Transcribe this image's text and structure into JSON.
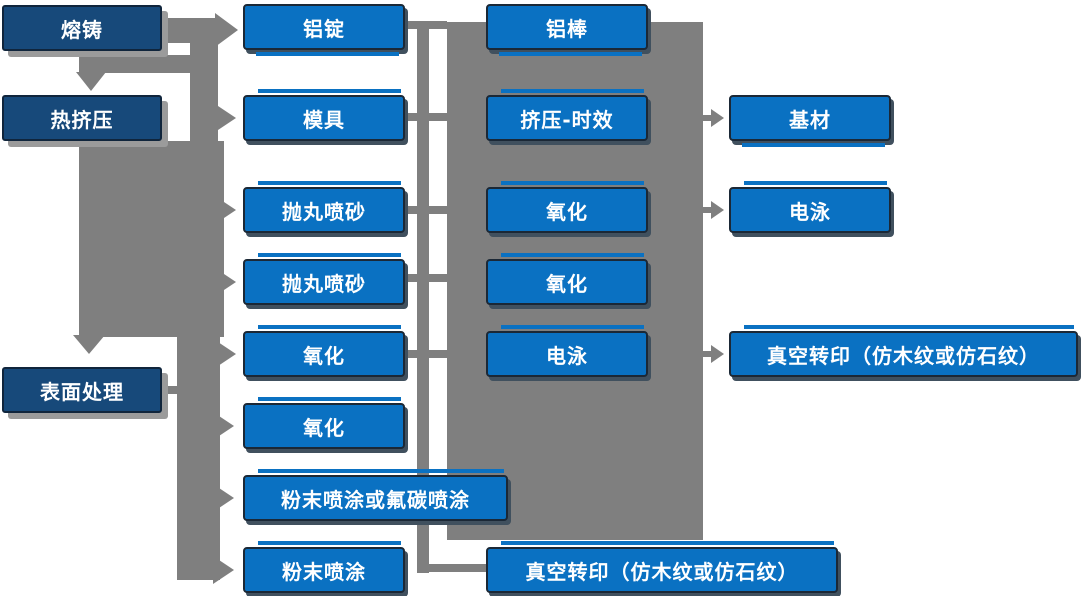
{
  "colors": {
    "node_dark_fill": "#17497A",
    "node_bright_fill": "#0A71C2",
    "node_border": "#1B2836",
    "connector_gray": "#7F7F7F",
    "text": "#FFFFFF"
  },
  "nodes": {
    "col1": [
      "熔铸",
      "热挤压",
      "表面处理"
    ],
    "col2": [
      "铝锭",
      "模具",
      "抛丸喷砂",
      "抛丸喷砂",
      "氧化",
      "氧化",
      "粉末喷涂或氟碳喷涂",
      "粉末喷涂"
    ],
    "col3": [
      "铝棒",
      "挤压-时效",
      "氧化",
      "氧化",
      "电泳",
      "真空转印（仿木纹或仿石纹）"
    ],
    "col4": [
      "基材",
      "电泳",
      "真空转印（仿木纹或仿石纹）"
    ]
  }
}
